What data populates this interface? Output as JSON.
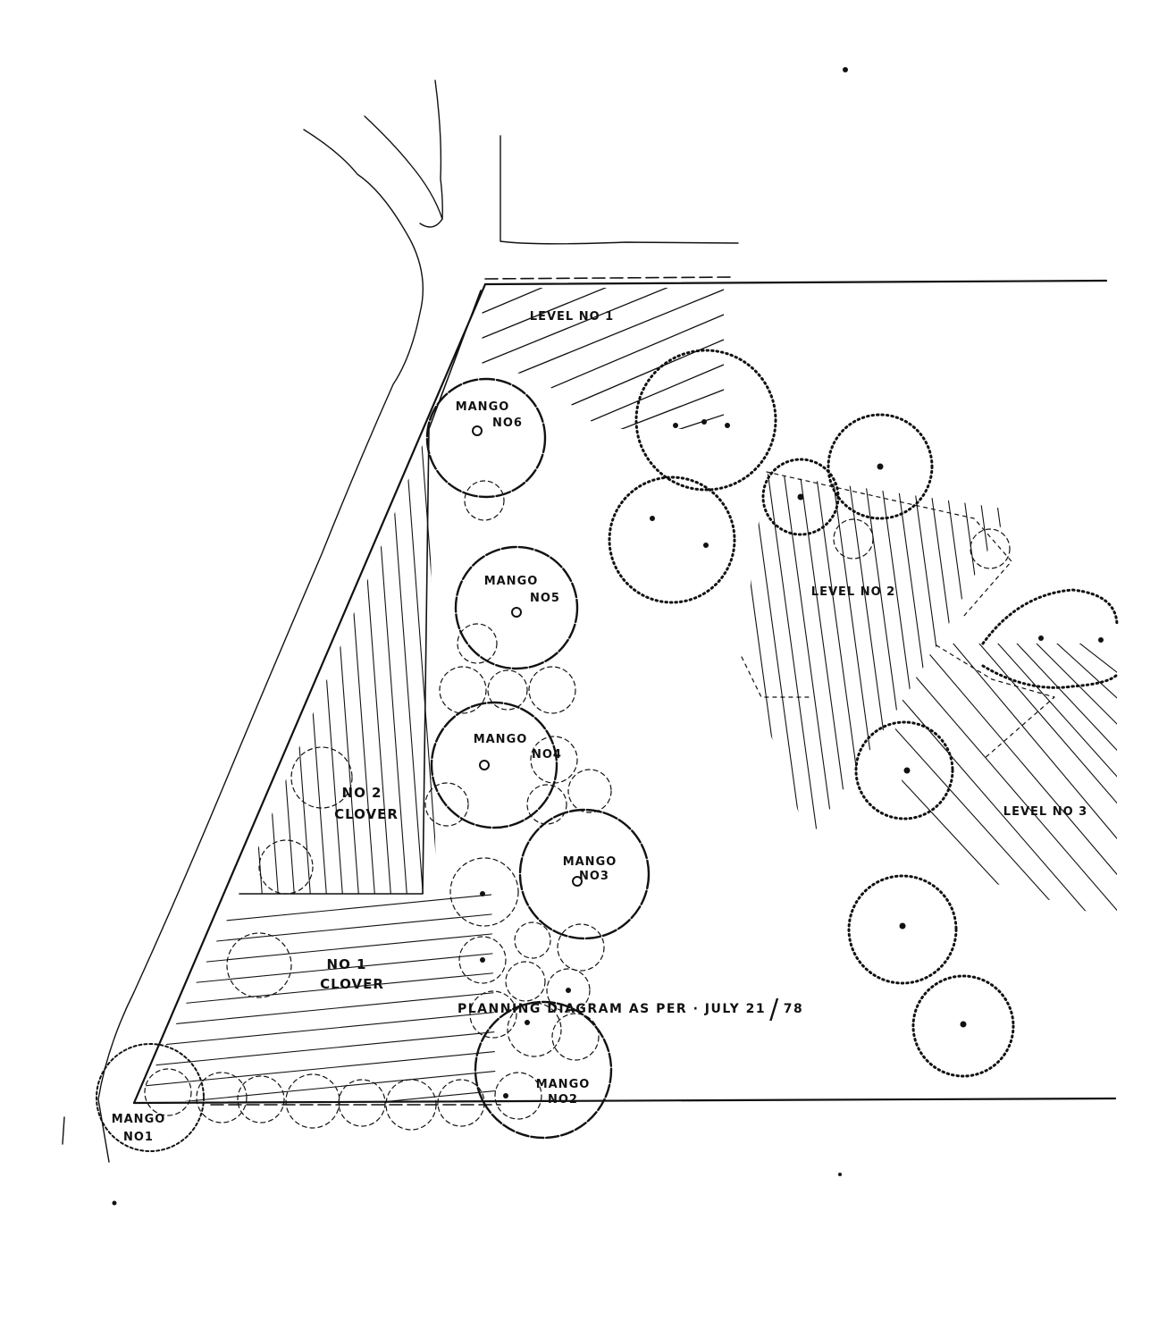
{
  "labels": {
    "level_1": "LEVEL NO 1",
    "level_2": "LEVEL NO 2",
    "level_3": "LEVEL NO 3",
    "clover_2_line1": "NO 2",
    "clover_2_line2": "CLOVER",
    "clover_1_line1": "NO 1",
    "clover_1_line2": "CLOVER",
    "mango_word": "MANGO",
    "mango_1_no": "NO1",
    "mango_2_no": "NO2",
    "mango_3_no": "NO3",
    "mango_4_no": "NO4",
    "mango_5_no": "NO5",
    "mango_6_no": "NO6"
  },
  "caption": {
    "before_slash": "PLANNING DIAGRAM AS PER · JULY 21",
    "after_slash": "78"
  }
}
